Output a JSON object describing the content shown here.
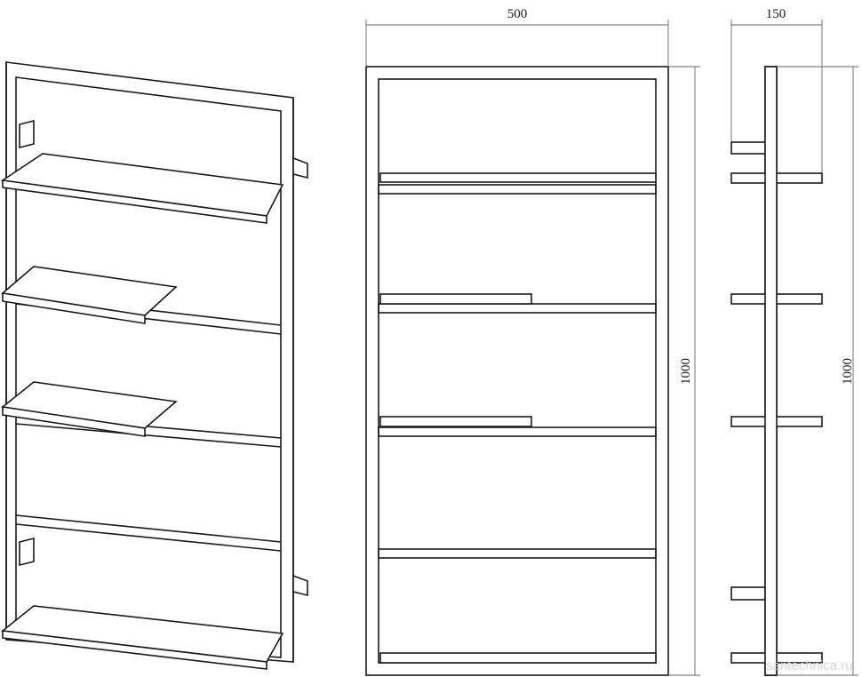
{
  "dimensions": {
    "front_width": "500",
    "front_height": "1000",
    "side_depth": "150",
    "side_height": "1000"
  },
  "watermark": "santechnica.ru"
}
